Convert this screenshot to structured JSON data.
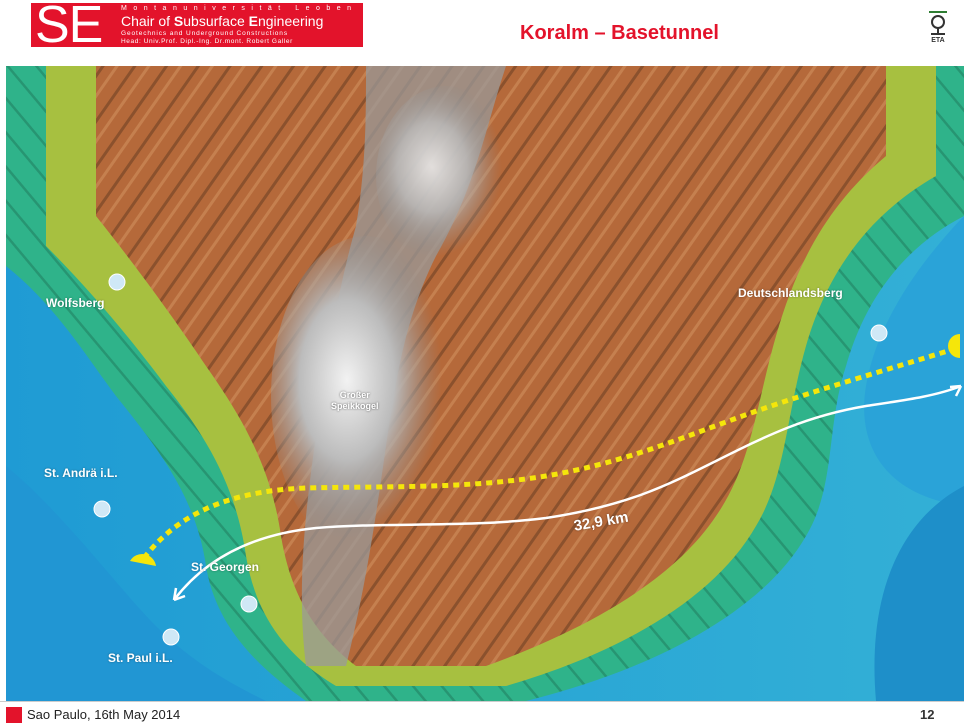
{
  "header": {
    "logo_big": "SE",
    "logo_line1": "Montanuniversität Leoben",
    "logo_line2_parts": [
      "Chair of ",
      "S",
      "ubsurface ",
      "E",
      "ngineering"
    ],
    "logo_line3": "Geotechnics and Underground Constructions",
    "logo_line4": "Head: Univ.Prof. Dipl.-Ing. Dr.mont. Robert Galler",
    "title": "Koralm – Basetunnel",
    "brand_color": "#e3132b"
  },
  "map": {
    "places": {
      "wolfsberg": "Wolfsberg",
      "deutschlandsberg": "Deutschlandsberg",
      "st_andrae": "St. Andrä i.L.",
      "st_georgen": "St. Georgen",
      "st_paul": "St. Paul i.L.",
      "speikkogel_1": "Großer",
      "speikkogel_2": "Speikkogel"
    },
    "tunnel_length": "32,9 km",
    "colors": {
      "valley": "#2aa3d8",
      "ridge_brown": "#b06a3a",
      "summit": "#d9d9d9",
      "tunnel_dash": "#f5e60a",
      "portal": "#f5e60a",
      "route": "#ffffff"
    }
  },
  "footer": {
    "text": "Sao Paulo, 16th May 2014",
    "page": "12"
  }
}
